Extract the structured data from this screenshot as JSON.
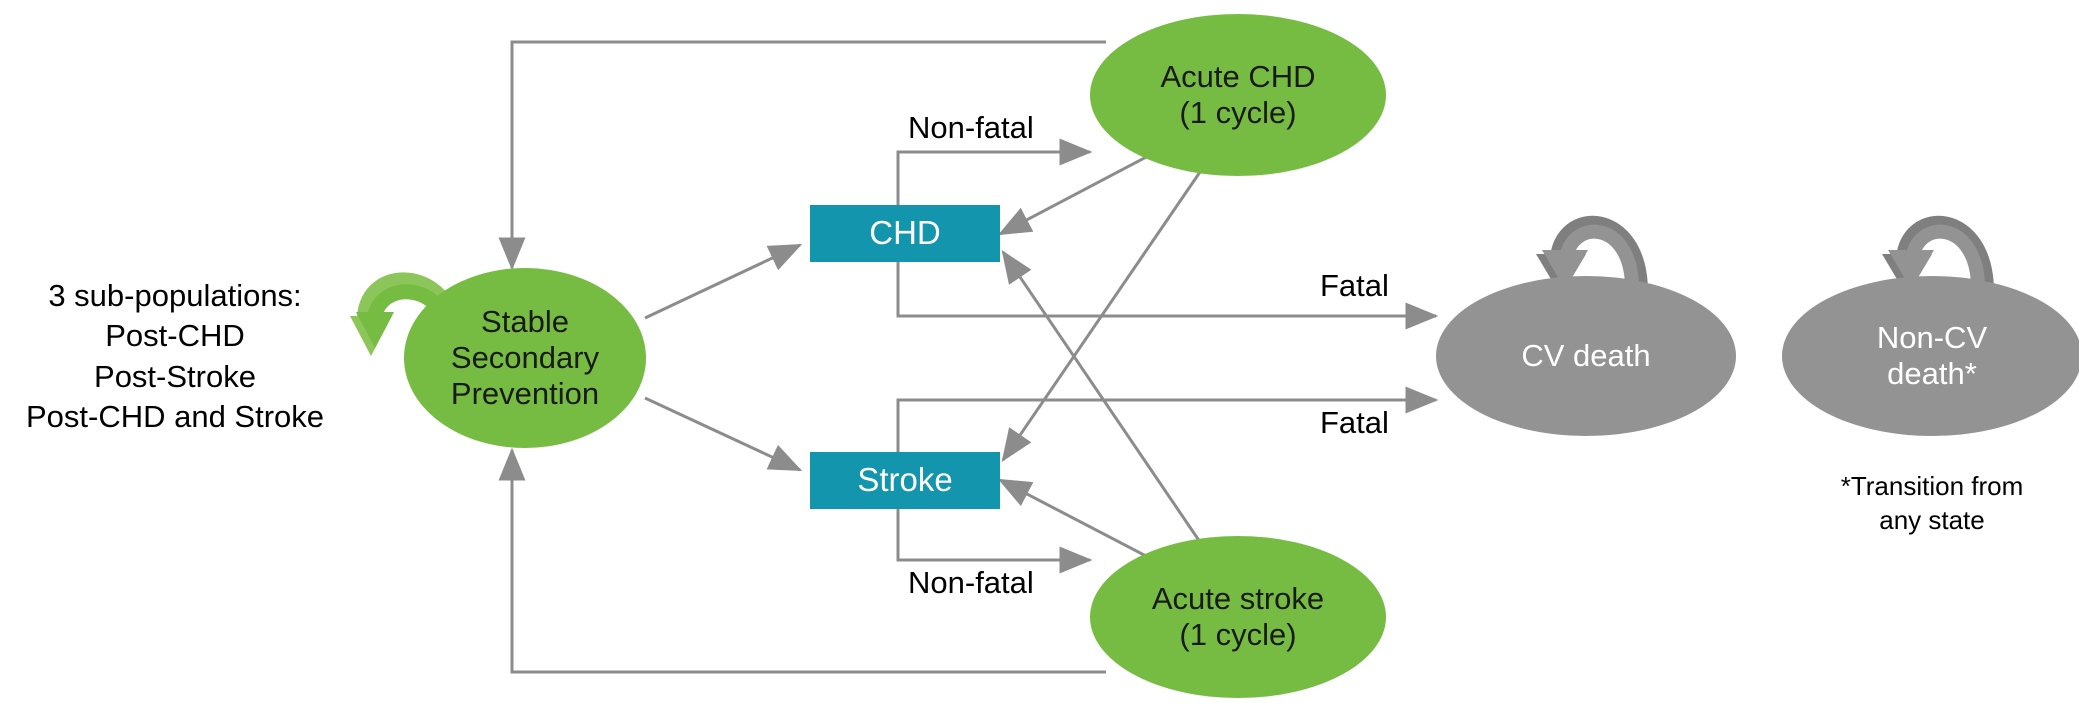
{
  "diagram": {
    "type": "state-transition-model",
    "title_visible": false,
    "colors": {
      "green_state": "#76bc42",
      "green_state_shadow": "#8cc65a",
      "gray_state": "#939393",
      "gray_state_shadow": "#7f7f7f",
      "teal_event": "#1295ad",
      "edge_line": "#8c8c8c",
      "text_dark": "#1a1a1a",
      "text_light": "#ffffff"
    },
    "side_note": {
      "lines": [
        "3 sub-populations:",
        "Post-CHD",
        "Post-Stroke",
        "Post-CHD and Stroke"
      ],
      "line_0": "3 sub-populations:",
      "line_1": "Post-CHD",
      "line_2": "Post-Stroke",
      "line_3": "Post-CHD and Stroke"
    },
    "nodes": {
      "stable": {
        "id": "stable-secondary-prevention",
        "shape": "ellipse",
        "color": "#76bc42",
        "line_0": "Stable",
        "line_1": "Secondary",
        "line_2": "Prevention",
        "self_loop": true
      },
      "chd_event": {
        "id": "chd",
        "shape": "rectangle",
        "color": "#1295ad",
        "label": "CHD"
      },
      "stroke_event": {
        "id": "stroke",
        "shape": "rectangle",
        "color": "#1295ad",
        "label": "Stroke"
      },
      "acute_chd": {
        "id": "acute-chd",
        "shape": "ellipse",
        "color": "#76bc42",
        "line_0": "Acute CHD",
        "line_1": "(1 cycle)"
      },
      "acute_stroke": {
        "id": "acute-stroke",
        "shape": "ellipse",
        "color": "#76bc42",
        "line_0": "Acute stroke",
        "line_1": "(1 cycle)"
      },
      "cv_death": {
        "id": "cv-death",
        "shape": "ellipse",
        "color": "#939393",
        "label": "CV death",
        "self_loop": true
      },
      "non_cv_death": {
        "id": "non-cv-death",
        "shape": "ellipse",
        "color": "#939393",
        "line_0": "Non-CV",
        "line_1": "death*",
        "self_loop": true
      }
    },
    "edge_labels": {
      "non_fatal_chd": "Non-fatal",
      "non_fatal_stroke": "Non-fatal",
      "fatal_chd": "Fatal",
      "fatal_stroke": "Fatal"
    },
    "footnote": {
      "line_0": "*Transition from",
      "line_1": "any state"
    }
  }
}
